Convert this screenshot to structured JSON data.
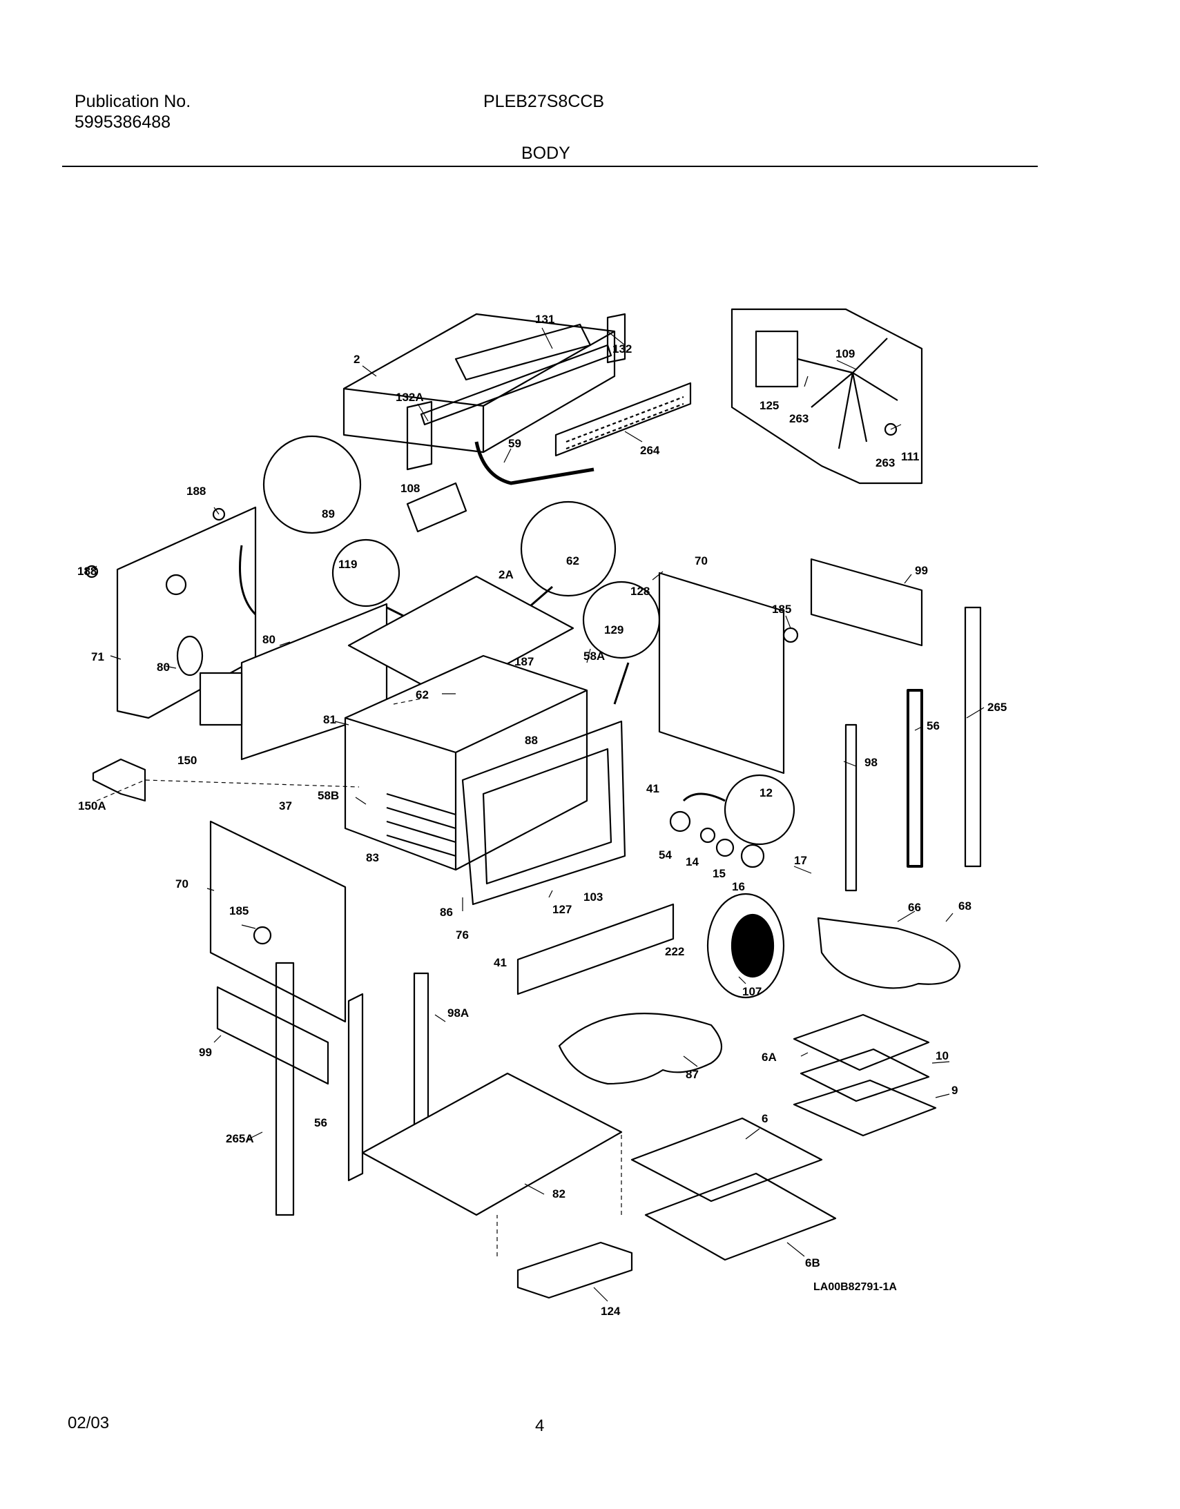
{
  "header": {
    "publication_label": "Publication No.",
    "publication_number": "5995386488",
    "model": "PLEB27S8CCB",
    "section": "BODY"
  },
  "footer": {
    "date": "02/03",
    "page": "4"
  },
  "diagram_code": "LA00B82791-1A",
  "part_labels": [
    "131",
    "2",
    "132",
    "132A",
    "109",
    "125",
    "263",
    "263",
    "111",
    "264",
    "59",
    "188",
    "89",
    "108",
    "188",
    "119",
    "2A",
    "62",
    "70",
    "128",
    "129",
    "99",
    "80",
    "71",
    "80",
    "185",
    "187",
    "58A",
    "265",
    "62",
    "81",
    "56",
    "150",
    "88",
    "150A",
    "12",
    "58B",
    "98",
    "37",
    "41",
    "66",
    "54",
    "14",
    "15",
    "17",
    "16",
    "70",
    "83",
    "127",
    "103",
    "185",
    "86",
    "68",
    "76",
    "222",
    "41",
    "107",
    "98A",
    "99",
    "87",
    "6A",
    "10",
    "9",
    "56",
    "6",
    "265A",
    "82",
    "6B",
    "124"
  ]
}
